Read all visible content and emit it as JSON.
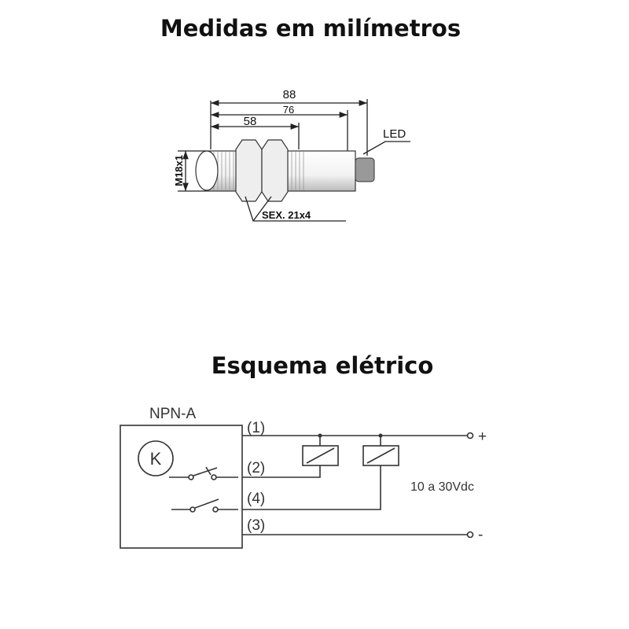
{
  "titles": {
    "dimensions": "Medidas em milímetros",
    "schematic": "Esquema elétrico"
  },
  "sensor_drawing": {
    "dim_total": "88",
    "dim_body": "76",
    "dim_thread": "58",
    "thread_label": "M18x1",
    "nut_label": "SEX. 21x4",
    "led_label": "LED"
  },
  "schematic": {
    "type_label": "NPN-A",
    "sensor_symbol": "K",
    "terminals": [
      "(1)",
      "(2)",
      "(4)",
      "(3)"
    ],
    "positive": "+",
    "negative": "-",
    "voltage": "10 a 30Vdc"
  }
}
